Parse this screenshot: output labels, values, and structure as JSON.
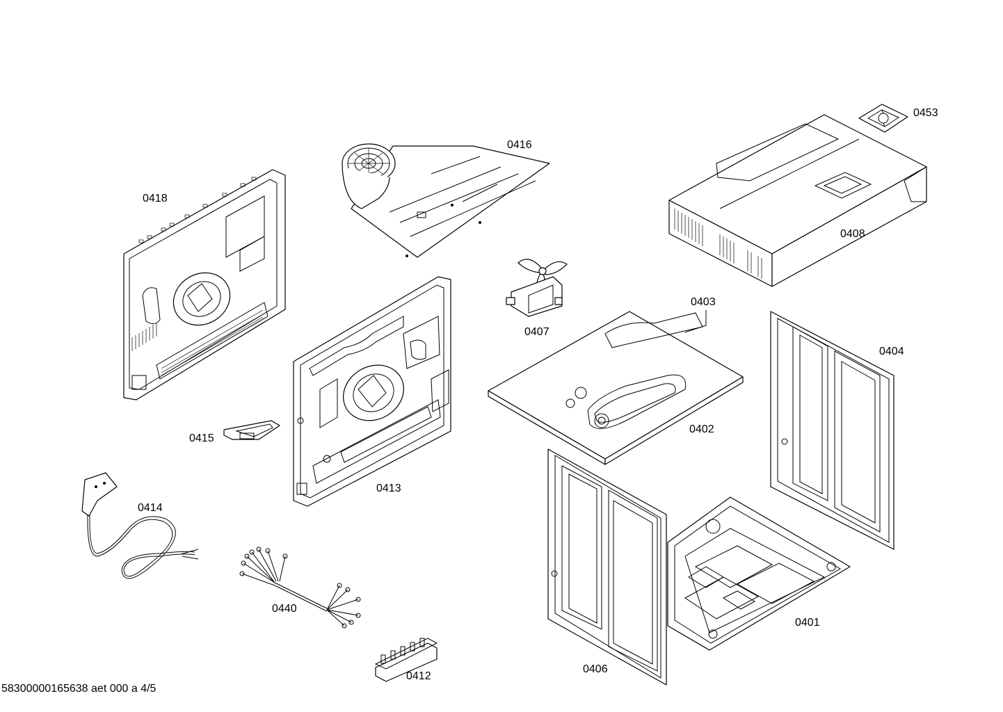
{
  "diagram": {
    "parts": [
      {
        "id": "0453",
        "label": "0453"
      },
      {
        "id": "0416",
        "label": "0416"
      },
      {
        "id": "0418",
        "label": "0418"
      },
      {
        "id": "0408",
        "label": "0408"
      },
      {
        "id": "0403",
        "label": "0403"
      },
      {
        "id": "0407",
        "label": "0407"
      },
      {
        "id": "0404",
        "label": "0404"
      },
      {
        "id": "0402",
        "label": "0402"
      },
      {
        "id": "0415",
        "label": "0415"
      },
      {
        "id": "0413",
        "label": "0413"
      },
      {
        "id": "0414",
        "label": "0414"
      },
      {
        "id": "0440",
        "label": "0440"
      },
      {
        "id": "0401",
        "label": "0401"
      },
      {
        "id": "0406",
        "label": "0406"
      },
      {
        "id": "0412",
        "label": "0412"
      }
    ],
    "footer": "58300000165638 aet 000 a 4/5"
  }
}
